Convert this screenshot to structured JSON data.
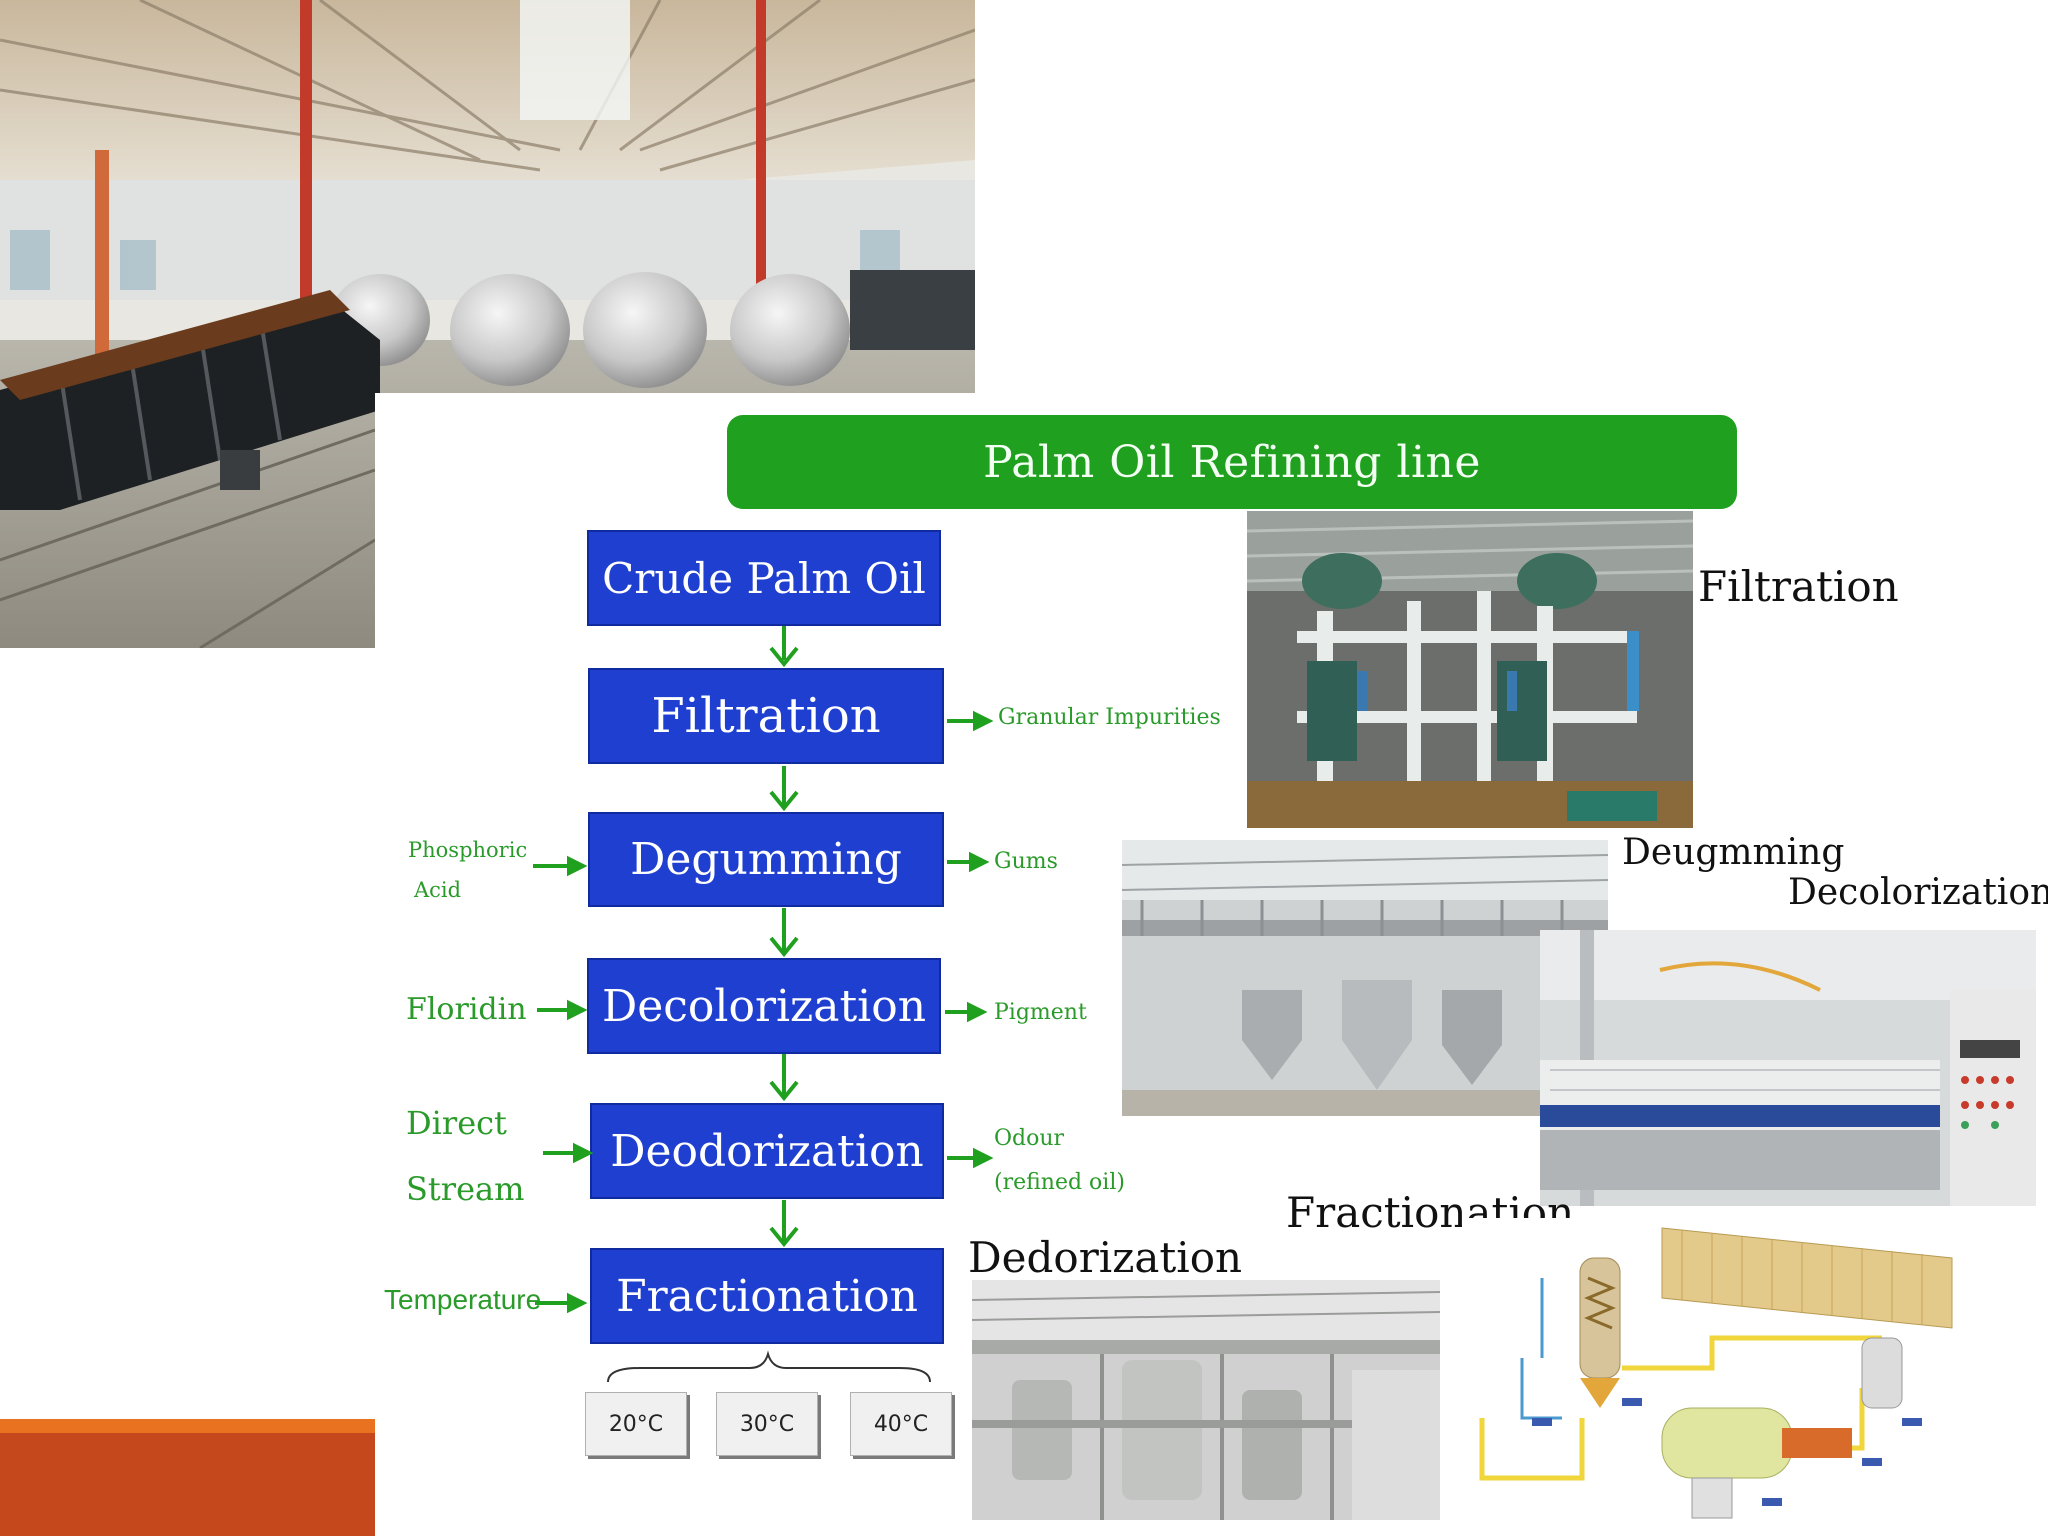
{
  "banner": {
    "title": "Palm Oil Refining line"
  },
  "steps": [
    {
      "label": "Crude Palm Oil"
    },
    {
      "label": "Filtration"
    },
    {
      "label": "Degumming"
    },
    {
      "label": "Decolorization"
    },
    {
      "label": "Deodorization"
    },
    {
      "label": "Fractionation"
    }
  ],
  "inputs": {
    "degumming": [
      "Phosphoric",
      "Acid"
    ],
    "decolorization": "Floridin",
    "deodorization": [
      "Direct",
      "Stream"
    ],
    "fractionation": "Temperature"
  },
  "outputs": {
    "filtration": "Granular Impurities",
    "degumming": "Gums",
    "decolorization": "Pigment",
    "deodorization": [
      "Odour",
      "(refined oil)"
    ]
  },
  "temperatures": [
    "20°C",
    "30°C",
    "40°C"
  ],
  "photo_captions": {
    "filtration": "Filtration",
    "degumming": "Deugmming",
    "decolorization": "Decolorization",
    "fractionation": "Fractionation",
    "deodorization": "Dedorization"
  },
  "colors": {
    "step_fill": "#1f3fd0",
    "banner_fill": "#1fa01f",
    "arrow": "#1fa01f",
    "side_text": "#2a9a2a",
    "footer": "#c4481c"
  }
}
